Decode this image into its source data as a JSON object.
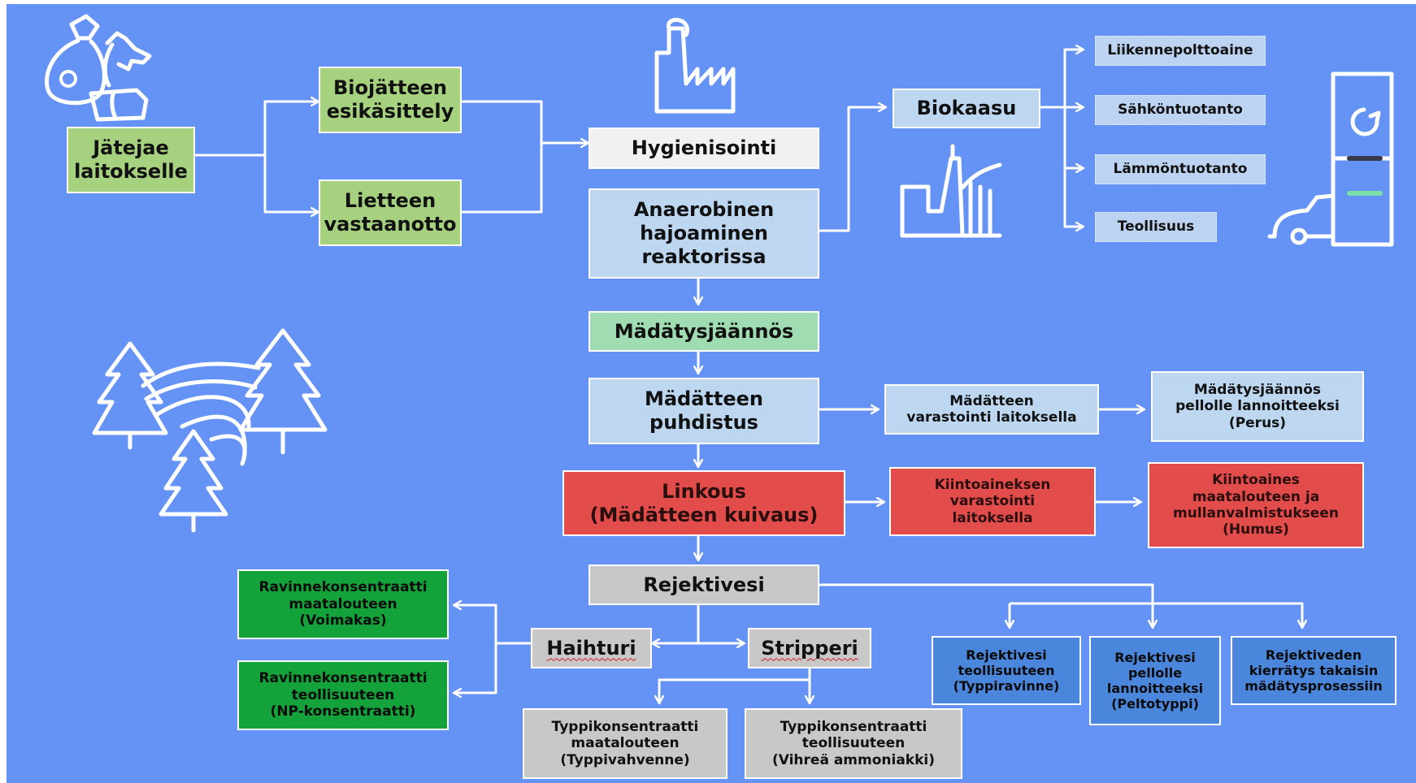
{
  "input": {
    "jatejae": "Jätejae\nlaitokselle"
  },
  "pretreatment": {
    "biojate": "Biojätteen\nesikäsittely",
    "liete": "Lietteen\nvastaanotto"
  },
  "process": {
    "hygienisointi": "Hygienisointi",
    "anaerobinen": "Anaerobinen\nhajoaminen\nreaktorissa",
    "madatysjaannos": "Mädätysjäännös",
    "puhdistus": "Mädätteen\npuhdistus",
    "linkous": "Linkous\n(Mädätteen kuivaus)",
    "rejektivesi": "Rejektivesi"
  },
  "biogas": {
    "biokaasu": "Biokaasu",
    "uses": [
      "Liikennepolttoaine",
      "Sähköntuotanto",
      "Lämmöntuotanto",
      "Teollisuus"
    ]
  },
  "storage": {
    "varastointi": "Mädätteen\nvarastointi laitoksella",
    "pellolle": "Mädätysjäännös\npellolle lannoitteeksi\n(Perus)"
  },
  "solids": {
    "kiinto_varastointi": "Kiintoaineksen\nvarastointi\nlaitoksella",
    "kiinto_maatalous": "Kiintoaines\nmaatalouteen ja\nmullanvalmistukseen\n(Humus)"
  },
  "reject": {
    "haihturi": "Haihturi",
    "stripperi": "Stripperi",
    "ravinne_maatalous": "Ravinnekonsentraatti\nmaatalouteen\n(Voimakas)",
    "ravinne_teollisuus": "Ravinnekonsentraatti\nteollisuuteen\n(NP-konsentraatti)",
    "typpi_maatalous": "Typpikonsentraatti\nmaatalouteen\n(Typpivahvenne)",
    "typpi_teollisuus": "Typpikonsentraatti\nteollisuuteen\n(Vihreä ammoniakki)",
    "rv_teollisuus": "Rejektivesi\nteollisuuteen\n(Typpiravinne)",
    "rv_pellolle": "Rejektivesi\npellolle\nlannoitteeksi\n(Peltotyppi)",
    "rv_kierratys": "Rejektiveden\nkierrätys takaisin\nmädätysprosessiin"
  },
  "colors": {
    "background": "#6492f5",
    "green": "#a6d17e",
    "light_blue": "#bdd7f1",
    "mint": "#9fdcb2",
    "red": "#e24c4a",
    "gray": "#c8c8c8",
    "dark_green": "#14a23a",
    "medium_blue": "#4a87dc",
    "lines": "#ffffff"
  },
  "icons": [
    "waste-bags-icon",
    "factory-icon",
    "power-plant-icon",
    "fuel-pump-car-icon",
    "forest-field-icon"
  ]
}
